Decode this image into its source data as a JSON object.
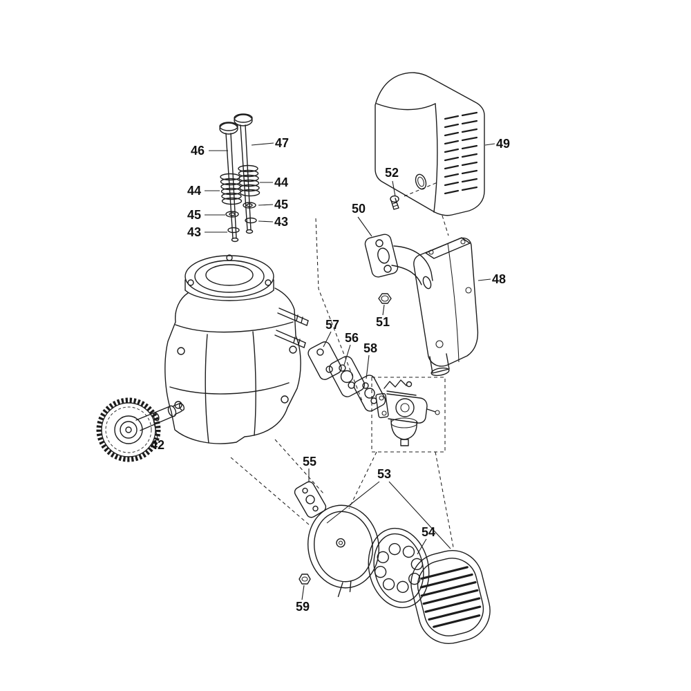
{
  "canvas": {
    "background": "#ffffff",
    "line_color": "#1c1c1c",
    "label_color": "#111111"
  },
  "diagram": {
    "part_labels": {
      "42": "42",
      "43": "43",
      "44": "44",
      "45": "45",
      "46": "46",
      "47": "47",
      "48": "48",
      "49": "49",
      "50": "50",
      "51": "51",
      "52": "52",
      "53": "53",
      "54": "54",
      "55": "55",
      "56": "56",
      "57": "57",
      "58": "58",
      "59": "59"
    }
  }
}
